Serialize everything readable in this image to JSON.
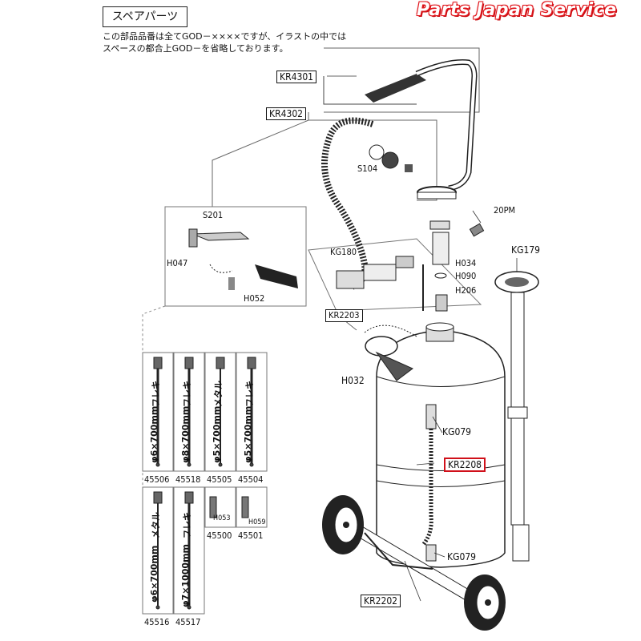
{
  "watermark": "Parts Japan Service",
  "title": "スペアパーツ",
  "note_line1": "この部品品番は全てGOD－××××ですが、イラストの中では",
  "note_line2": "スペースの都合上GOD－を省略しております。",
  "parts": {
    "kr4301": "KR4301",
    "kr4302": "KR4302",
    "s104": "S104",
    "pm20": "20PM",
    "kg179": "KG179",
    "s201": "S201",
    "h047": "H047",
    "h052": "H052",
    "kg180": "KG180",
    "h034": "H034",
    "h090": "H090",
    "h206": "H206",
    "kr2203": "KR2203",
    "h032": "H032",
    "kg079_top": "KG079",
    "kr2208": "KR2208",
    "kg079_bottom": "KG079",
    "kr2202": "KR2202",
    "h053": "H053",
    "h059": "H059"
  },
  "hoses_row1": [
    {
      "code": "45506",
      "size": "φ6×700mm",
      "type": "フレキ"
    },
    {
      "code": "45518",
      "size": "φ8×700mm",
      "type": "フレキ"
    },
    {
      "code": "45505",
      "size": "φ5×700mm",
      "type": "メタル"
    },
    {
      "code": "45504",
      "size": "φ5×700mm",
      "type": "フレキ"
    }
  ],
  "hoses_row2": [
    {
      "code": "45516",
      "size": "φ6×700mm",
      "type": "メタル"
    },
    {
      "code": "45517",
      "size": "φ7×1000mm",
      "type": "フレキ"
    }
  ],
  "nozzles": [
    {
      "code": "45500"
    },
    {
      "code": "45501"
    }
  ],
  "colors": {
    "accent_red": "#d0101a",
    "watermark_red": "#e0151b"
  }
}
